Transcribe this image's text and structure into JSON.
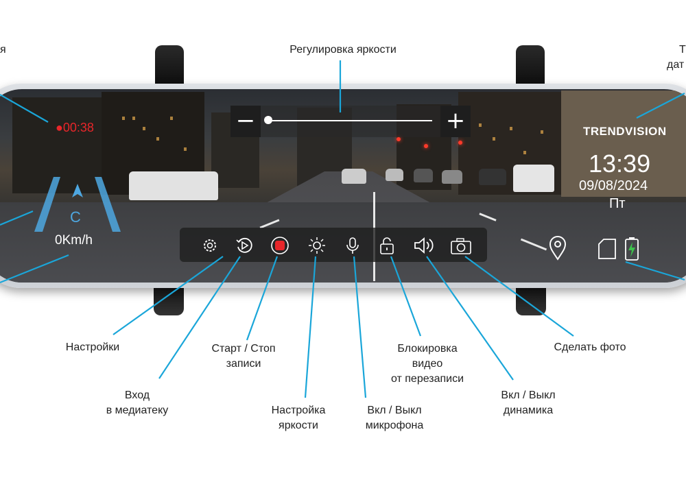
{
  "labels": {
    "brightness_adjust": "Регулировка яркости",
    "left_top_partial": "я",
    "right_top_partial_1": "Т",
    "right_top_partial_2": "дат",
    "settings": "Настройки",
    "media": [
      "Вход",
      "в медиатеку"
    ],
    "record": [
      "Старт / Стоп",
      "записи"
    ],
    "brightness": [
      "Настройка",
      "яркости"
    ],
    "mic": [
      "Вкл / Выкл",
      "микрофона"
    ],
    "lock": [
      "Блокировка",
      "видео",
      "от перезаписи"
    ],
    "speaker": [
      "Вкл / Выкл",
      "динамика"
    ],
    "photo": "Сделать фото"
  },
  "hud": {
    "rec_time": "00:38",
    "speed": "0Km/h",
    "lane_letter": "C",
    "brand": "TRENDVISION",
    "time": "13:39",
    "date": "09/08/2024",
    "weekday": "Пт"
  },
  "brightness_bar": {
    "minus": "−",
    "plus": "+",
    "level": 0.0
  },
  "icons": [
    "gear-icon",
    "playback-icon",
    "record-icon",
    "sun-icon",
    "microphone-icon",
    "unlock-icon",
    "speaker-icon",
    "camera-icon",
    "location-pin-icon",
    "sd-card-icon",
    "battery-icon"
  ],
  "colors": {
    "callout_line": "#1aa6d9",
    "rec_red": "#e8262a",
    "lane_blue": "#4ea7e0",
    "battery_green": "#3cc24b"
  }
}
